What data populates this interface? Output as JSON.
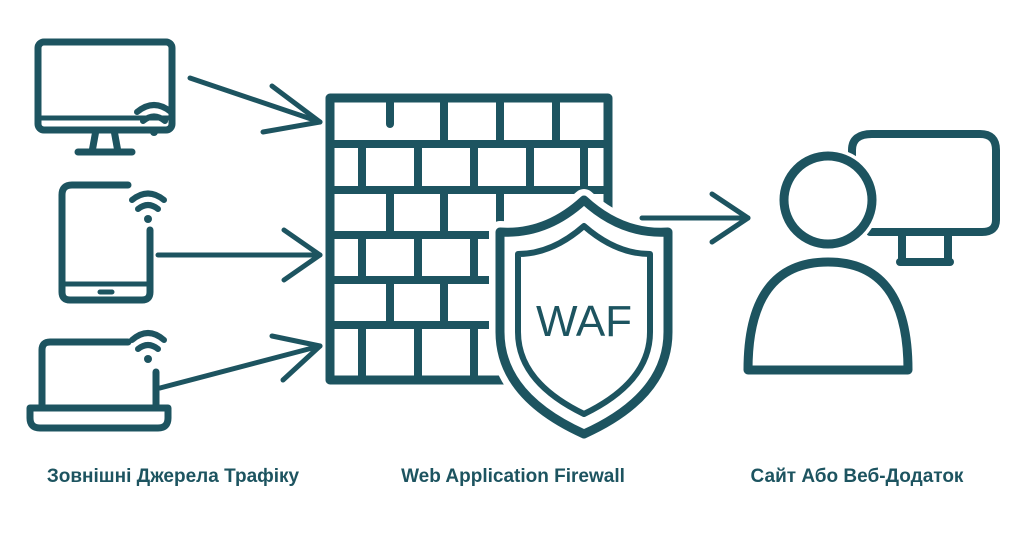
{
  "colors": {
    "primary": "#1d5460",
    "background": "#ffffff"
  },
  "diagram": {
    "icons": [
      "desktop-wifi-icon",
      "tablet-wifi-icon",
      "laptop-wifi-icon",
      "brick-wall-icon",
      "shield-icon",
      "user-icon",
      "monitor-icon"
    ],
    "shield_label": "WAF",
    "captions": {
      "sources": "Зовнішні Джерела Трафіку",
      "waf": "Web Application Firewall",
      "site": "Сайт Або Веб-Додаток"
    }
  }
}
